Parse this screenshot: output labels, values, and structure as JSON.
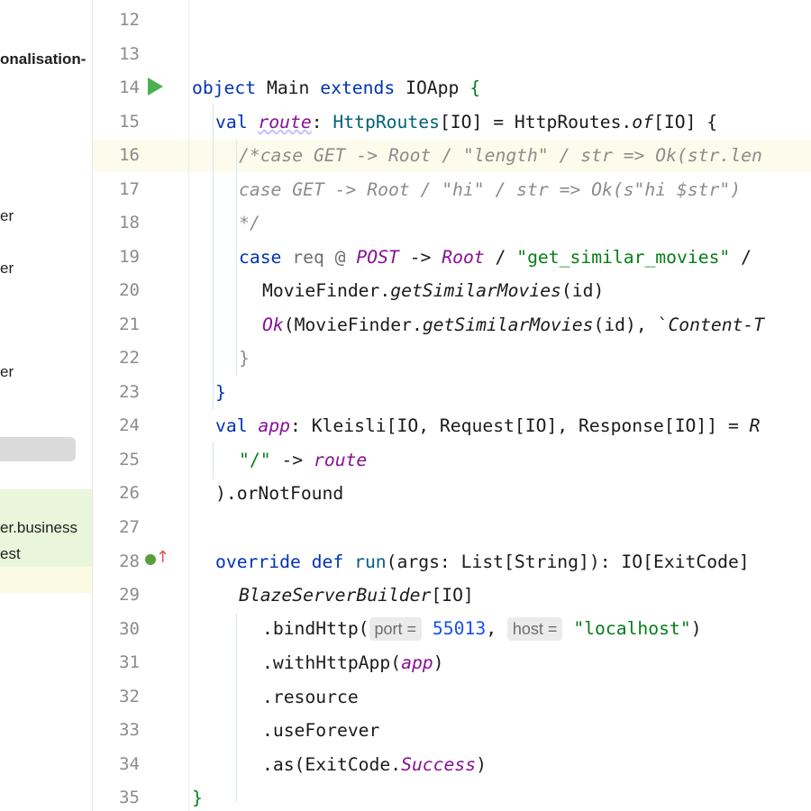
{
  "project_panel": {
    "items": [
      {
        "text": "onalisation-",
        "bold": true
      },
      {
        "text": "er"
      },
      {
        "text": "er"
      },
      {
        "text": "er"
      },
      {
        "text": "er.business"
      },
      {
        "text": "est"
      }
    ]
  },
  "editor": {
    "line_numbers": [
      "12",
      "13",
      "14",
      "15",
      "16",
      "17",
      "18",
      "19",
      "20",
      "21",
      "22",
      "23",
      "24",
      "25",
      "26",
      "27",
      "28",
      "29",
      "30",
      "31",
      "32",
      "33",
      "34",
      "35"
    ],
    "lines": {
      "l14": {
        "a": "object",
        "b": " Main ",
        "c": "extends",
        "d": " IOApp ",
        "e": "{"
      },
      "l15": {
        "a": "val ",
        "b": "route",
        "c": ": ",
        "d": "HttpRoutes",
        "e": "[IO] = HttpRoutes.",
        "f": "of",
        "g": "[IO] {"
      },
      "l16": "/*case GET -> Root / \"length\" / str => Ok(str.len",
      "l17": "case GET -> Root / \"hi\" / str => Ok(s\"hi $str\")",
      "l18": "*/",
      "l19": {
        "a": "case ",
        "b": "req @ ",
        "c": "POST",
        "d": " -> ",
        "e": "Root",
        "f": " / ",
        "g": "\"get_similar_movies\"",
        "h": " /"
      },
      "l20": {
        "a": "MovieFinder.",
        "b": "getSimilarMovies",
        "c": "(id)"
      },
      "l21": {
        "a": "Ok",
        "b": "(MovieFinder.",
        "c": "getSimilarMovies",
        "d": "(id), `",
        "e": "Content-T"
      },
      "l22": "}",
      "l23": "}",
      "l24": {
        "a": "val ",
        "b": "app",
        "c": ": Kleisli[IO, Request[IO], Response[IO]] = ",
        "d": "R"
      },
      "l25": {
        "a": "\"/\"",
        "b": " -> ",
        "c": "route"
      },
      "l26": ").orNotFound",
      "l28": {
        "a": "override def ",
        "b": "run",
        "c": "(args: List[String]): IO[ExitCode]"
      },
      "l29": {
        "a": "BlazeServerBuilder",
        "b": "[IO]"
      },
      "l30": {
        "a": ".bindHttp(",
        "hint1": "port =",
        "b": "55013",
        ",": ", ",
        "hint2": "host =",
        "c": "\"localhost\"",
        "d": ")"
      },
      "l31": {
        "a": ".withHttpApp(",
        "b": "app",
        "c": ")"
      },
      "l32": ".resource",
      "l33": ".useForever",
      "l34": {
        "a": ".as(ExitCode.",
        "b": "Success",
        "c": ")"
      },
      "l35": "}"
    }
  },
  "colors": {
    "keyword": "#0033b3",
    "string": "#067d17",
    "purple": "#871094",
    "comment": "#8c8c8c",
    "number": "#1750eb",
    "run_icon": "#4caf50"
  }
}
